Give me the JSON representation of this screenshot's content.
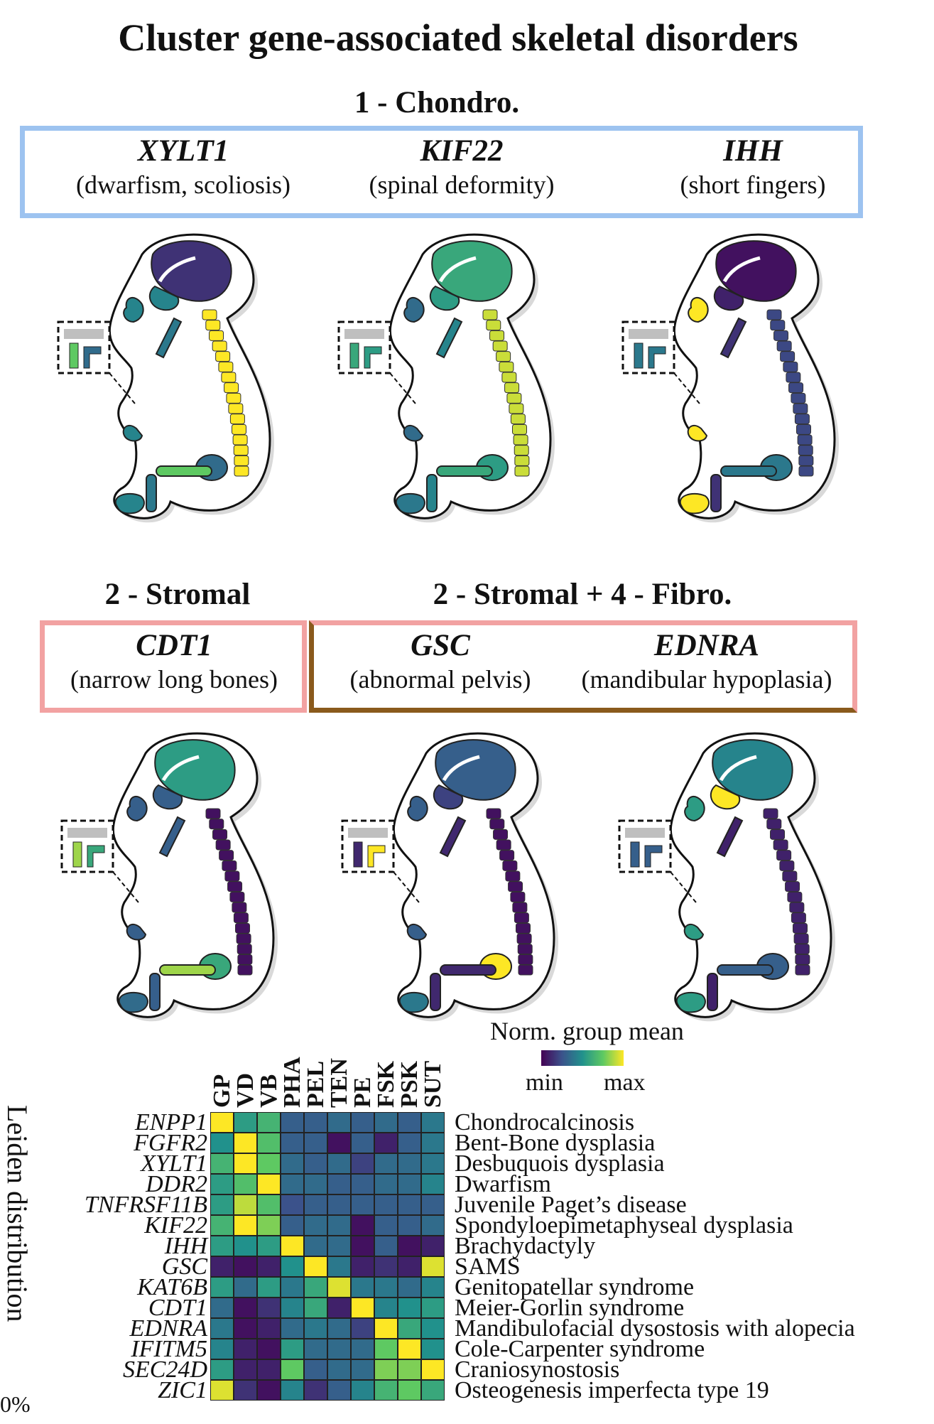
{
  "title": "Cluster gene-associated skeletal disorders",
  "sections": {
    "chondro": "1 - Chondro.",
    "stromal": "2 - Stromal",
    "stromal_fibro": "2 - Stromal + 4 - Fibro."
  },
  "colors": {
    "chondro_box": "#9dc3f0",
    "stromal_box": "#f2a2a2",
    "fibro_box": "#8a5a1c",
    "viridis": [
      "#440154",
      "#3b528b",
      "#21918c",
      "#5ec962",
      "#fde725"
    ]
  },
  "genes": [
    {
      "name": "XYLT1",
      "phenotype": "(dwarfism, scoliosis)"
    },
    {
      "name": "KIF22",
      "phenotype": "(spinal deformity)"
    },
    {
      "name": "IHH",
      "phenotype": "(short fingers)"
    },
    {
      "name": "CDT1",
      "phenotype": "(narrow long bones)"
    },
    {
      "name": "GSC",
      "phenotype": "(abnormal pelvis)"
    },
    {
      "name": "EDNRA",
      "phenotype": "(mandibular hypoplasia)"
    }
  ],
  "fetuses": [
    {
      "gene": "XYLT1",
      "skull": 0.15,
      "face": 0.45,
      "spine": 1.0,
      "pelvis": 0.35,
      "femur": 0.75,
      "arm": 0.4,
      "hand": 0.45,
      "foot": 0.45
    },
    {
      "gene": "KIF22",
      "skull": 0.6,
      "face": 0.55,
      "spine": 0.92,
      "pelvis": 0.55,
      "femur": 0.6,
      "arm": 0.45,
      "hand": 0.35,
      "foot": 0.4
    },
    {
      "gene": "IHH",
      "skull": 0.05,
      "face": 0.1,
      "spine": 0.22,
      "pelvis": 0.4,
      "femur": 0.4,
      "arm": 0.15,
      "hand": 1.0,
      "foot": 1.0
    },
    {
      "gene": "CDT1",
      "skull": 0.55,
      "face": 0.3,
      "spine": 0.05,
      "pelvis": 0.6,
      "femur": 0.85,
      "arm": 0.3,
      "hand": 0.3,
      "foot": 0.35
    },
    {
      "gene": "GSC",
      "skull": 0.3,
      "face": 0.2,
      "spine": 0.05,
      "pelvis": 1.0,
      "femur": 0.12,
      "arm": 0.12,
      "hand": 0.3,
      "foot": 0.4
    },
    {
      "gene": "EDNRA",
      "skull": 0.45,
      "face": 1.0,
      "spine": 0.1,
      "pelvis": 0.3,
      "femur": 0.3,
      "arm": 0.1,
      "hand": 0.55,
      "foot": 0.55
    }
  ],
  "legend": {
    "title": "Norm. group mean",
    "min": "min",
    "max": "max"
  },
  "side_label": "Leiden distribution",
  "side_fragment": "0%",
  "chart_data": {
    "type": "heatmap",
    "title": "",
    "columns": [
      "GP",
      "VD",
      "VB",
      "PHA",
      "PEL",
      "TEN",
      "PE",
      "FSK",
      "PSK",
      "SUT"
    ],
    "rows": [
      "ENPP1",
      "FGFR2",
      "XYLT1",
      "DDR2",
      "TNFRSF11B",
      "KIF22",
      "IHH",
      "GSC",
      "KAT6B",
      "CDT1",
      "EDNRA",
      "IFITM5",
      "SEC24D",
      "ZIC1"
    ],
    "row_annotations": [
      "Chondrocalcinosis",
      "Bent-Bone dysplasia",
      "Desbuquois dysplasia",
      "Dwarfism",
      "Juvenile Paget’s disease",
      "Spondyloepimetaphyseal dysplasia",
      "Brachydactyly",
      "SAMS",
      "Genitopatellar syndrome",
      "Meier-Gorlin syndrome",
      "Mandibulofacial dysostosis with alopecia",
      "Cole-Carpenter syndrome",
      "Craniosynostosis",
      "Osteogenesis imperfecta type 19"
    ],
    "value_range": [
      0,
      1
    ],
    "colormap": "viridis",
    "values": [
      [
        1.0,
        0.55,
        0.65,
        0.3,
        0.3,
        0.35,
        0.3,
        0.35,
        0.3,
        0.4
      ],
      [
        0.5,
        1.0,
        0.7,
        0.3,
        0.3,
        0.05,
        0.3,
        0.1,
        0.3,
        0.4
      ],
      [
        0.65,
        1.0,
        0.75,
        0.35,
        0.3,
        0.35,
        0.2,
        0.35,
        0.35,
        0.4
      ],
      [
        0.55,
        0.7,
        1.0,
        0.35,
        0.35,
        0.3,
        0.3,
        0.35,
        0.35,
        0.45
      ],
      [
        0.55,
        0.9,
        0.7,
        0.25,
        0.3,
        0.3,
        0.3,
        0.3,
        0.3,
        0.3
      ],
      [
        0.65,
        1.0,
        0.8,
        0.3,
        0.35,
        0.35,
        0.05,
        0.3,
        0.3,
        0.35
      ],
      [
        0.55,
        0.5,
        0.55,
        1.0,
        0.35,
        0.35,
        0.05,
        0.3,
        0.05,
        0.1
      ],
      [
        0.1,
        0.05,
        0.1,
        0.5,
        1.0,
        0.4,
        0.1,
        0.15,
        0.1,
        0.95
      ],
      [
        0.55,
        0.35,
        0.55,
        0.4,
        0.6,
        0.95,
        0.4,
        0.4,
        0.35,
        0.45
      ],
      [
        0.35,
        0.05,
        0.15,
        0.45,
        0.6,
        0.1,
        1.0,
        0.45,
        0.5,
        0.55
      ],
      [
        0.4,
        0.05,
        0.1,
        0.35,
        0.4,
        0.35,
        0.2,
        1.0,
        0.6,
        0.5
      ],
      [
        0.45,
        0.1,
        0.05,
        0.55,
        0.35,
        0.35,
        0.35,
        0.75,
        1.0,
        0.5
      ],
      [
        0.55,
        0.1,
        0.1,
        0.75,
        0.3,
        0.35,
        0.35,
        0.8,
        0.8,
        1.0
      ],
      [
        0.95,
        0.15,
        0.05,
        0.45,
        0.15,
        0.3,
        0.45,
        0.65,
        0.75,
        0.6
      ]
    ]
  }
}
